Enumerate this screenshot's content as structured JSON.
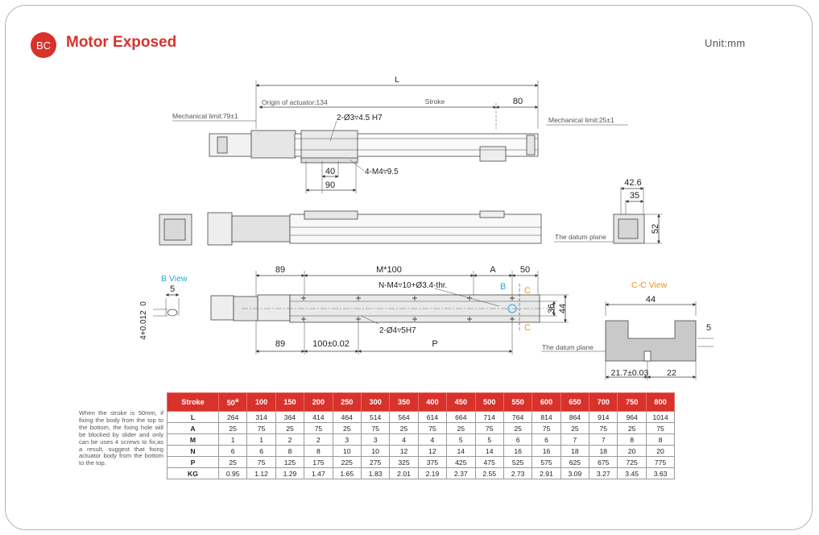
{
  "header": {
    "badge": "BC",
    "title": "Motor Exposed",
    "unit": "Unit:mm"
  },
  "drawing": {
    "top_view": {
      "dim_total": "L",
      "origin_label": "Origin of actuator:134",
      "stroke_label": "Stroke",
      "dim_80": "80",
      "mech_limit_left": "Mechanical limit:79±1",
      "mech_limit_right": "Mechanical limit:25±1",
      "hole_note": "2-Ø3▿4.5 H7",
      "tap_note": "4-M4▿9.5",
      "dim_40": "40",
      "dim_90": "90"
    },
    "side_view": {
      "dim_42_6": "42.6",
      "dim_35": "35",
      "dim_52": "52",
      "datum_plane": "The datum plane"
    },
    "bottom_view": {
      "dim_89_top": "89",
      "dim_m100": "M*100",
      "dim_a": "A",
      "dim_50": "50",
      "hole_note": "N-M4▿10+Ø3.4-thr.",
      "pin_note": "2-Ø4▿5H7",
      "label_b": "B",
      "label_c_top": "C",
      "label_c_bottom": "C",
      "dim_36": "36",
      "dim_44": "44",
      "dim_89_bottom": "89",
      "dim_100": "100±0.02",
      "dim_p": "P"
    },
    "b_view": {
      "title": "B View",
      "dim_5": "5",
      "dim_tol": "4+0.012  0"
    },
    "cc_view": {
      "title": "C-C View",
      "dim_44": "44",
      "dim_5": "5",
      "datum_plane": "The datum plane",
      "dim_21_7": "21.7±0.03",
      "dim_22": "22"
    }
  },
  "note": "When the stroke is 50mm, if fixing the body from the top to the bottom, the fixing hole will be blocked by slider and only can be uses 4 screws to fix;as a result, suggest that fixing actuator body from the bottom to the top.",
  "table": {
    "header_label": "Stroke",
    "strokes": [
      "50",
      "100",
      "150",
      "200",
      "250",
      "300",
      "350",
      "400",
      "450",
      "500",
      "550",
      "600",
      "650",
      "700",
      "750",
      "800"
    ],
    "stroke_mark": "※",
    "rows": [
      {
        "label": "L",
        "values": [
          "264",
          "314",
          "364",
          "414",
          "464",
          "514",
          "564",
          "614",
          "664",
          "714",
          "764",
          "814",
          "864",
          "914",
          "964",
          "1014"
        ]
      },
      {
        "label": "A",
        "values": [
          "25",
          "75",
          "25",
          "75",
          "25",
          "75",
          "25",
          "75",
          "25",
          "75",
          "25",
          "75",
          "25",
          "75",
          "25",
          "75"
        ]
      },
      {
        "label": "M",
        "values": [
          "1",
          "1",
          "2",
          "2",
          "3",
          "3",
          "4",
          "4",
          "5",
          "5",
          "6",
          "6",
          "7",
          "7",
          "8",
          "8"
        ]
      },
      {
        "label": "N",
        "values": [
          "6",
          "6",
          "8",
          "8",
          "10",
          "10",
          "12",
          "12",
          "14",
          "14",
          "16",
          "16",
          "18",
          "18",
          "20",
          "20"
        ]
      },
      {
        "label": "P",
        "values": [
          "25",
          "75",
          "125",
          "175",
          "225",
          "275",
          "325",
          "375",
          "425",
          "475",
          "525",
          "575",
          "625",
          "675",
          "725",
          "775"
        ]
      },
      {
        "label": "KG",
        "values": [
          "0.95",
          "1.12",
          "1.29",
          "1.47",
          "1.65",
          "1.83",
          "2.01",
          "2.19",
          "2.37",
          "2.55",
          "2.73",
          "2.91",
          "3.09",
          "3.27",
          "3.45",
          "3.63"
        ]
      }
    ]
  },
  "colors": {
    "accent": "#d8322b",
    "blue": "#2aa6dc",
    "orange": "#e8921e"
  }
}
